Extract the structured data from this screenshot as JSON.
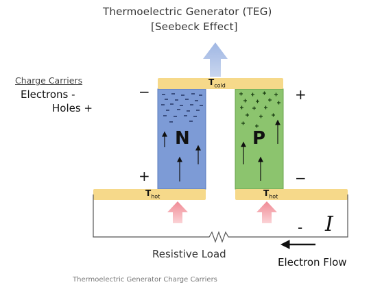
{
  "title": {
    "line1": "Thermoelectric Generator (TEG)",
    "line2": "[Seebeck Effect]"
  },
  "legend": {
    "heading": "Charge Carriers",
    "electrons": "Electrons -",
    "holes": "Holes +"
  },
  "n_type": {
    "letter": "N",
    "color": "#7d9bd6"
  },
  "p_type": {
    "letter": "P",
    "color": "#8cc46e"
  },
  "signs": {
    "n_top": "−",
    "p_top": "+",
    "n_bottom": "+",
    "p_bottom": "−",
    "current_side": "-"
  },
  "plates": {
    "cold": {
      "main": "T",
      "sub": "cold"
    },
    "hot_left": {
      "main": "T",
      "sub": "hot"
    },
    "hot_right": {
      "main": "T",
      "sub": "hot"
    },
    "color": "#f6d98a"
  },
  "load_label": "Resistive Load",
  "electron_flow_label": "Electron Flow",
  "current_symbol": "I",
  "caption": "Thermoelectric Generator Charge Carriers"
}
